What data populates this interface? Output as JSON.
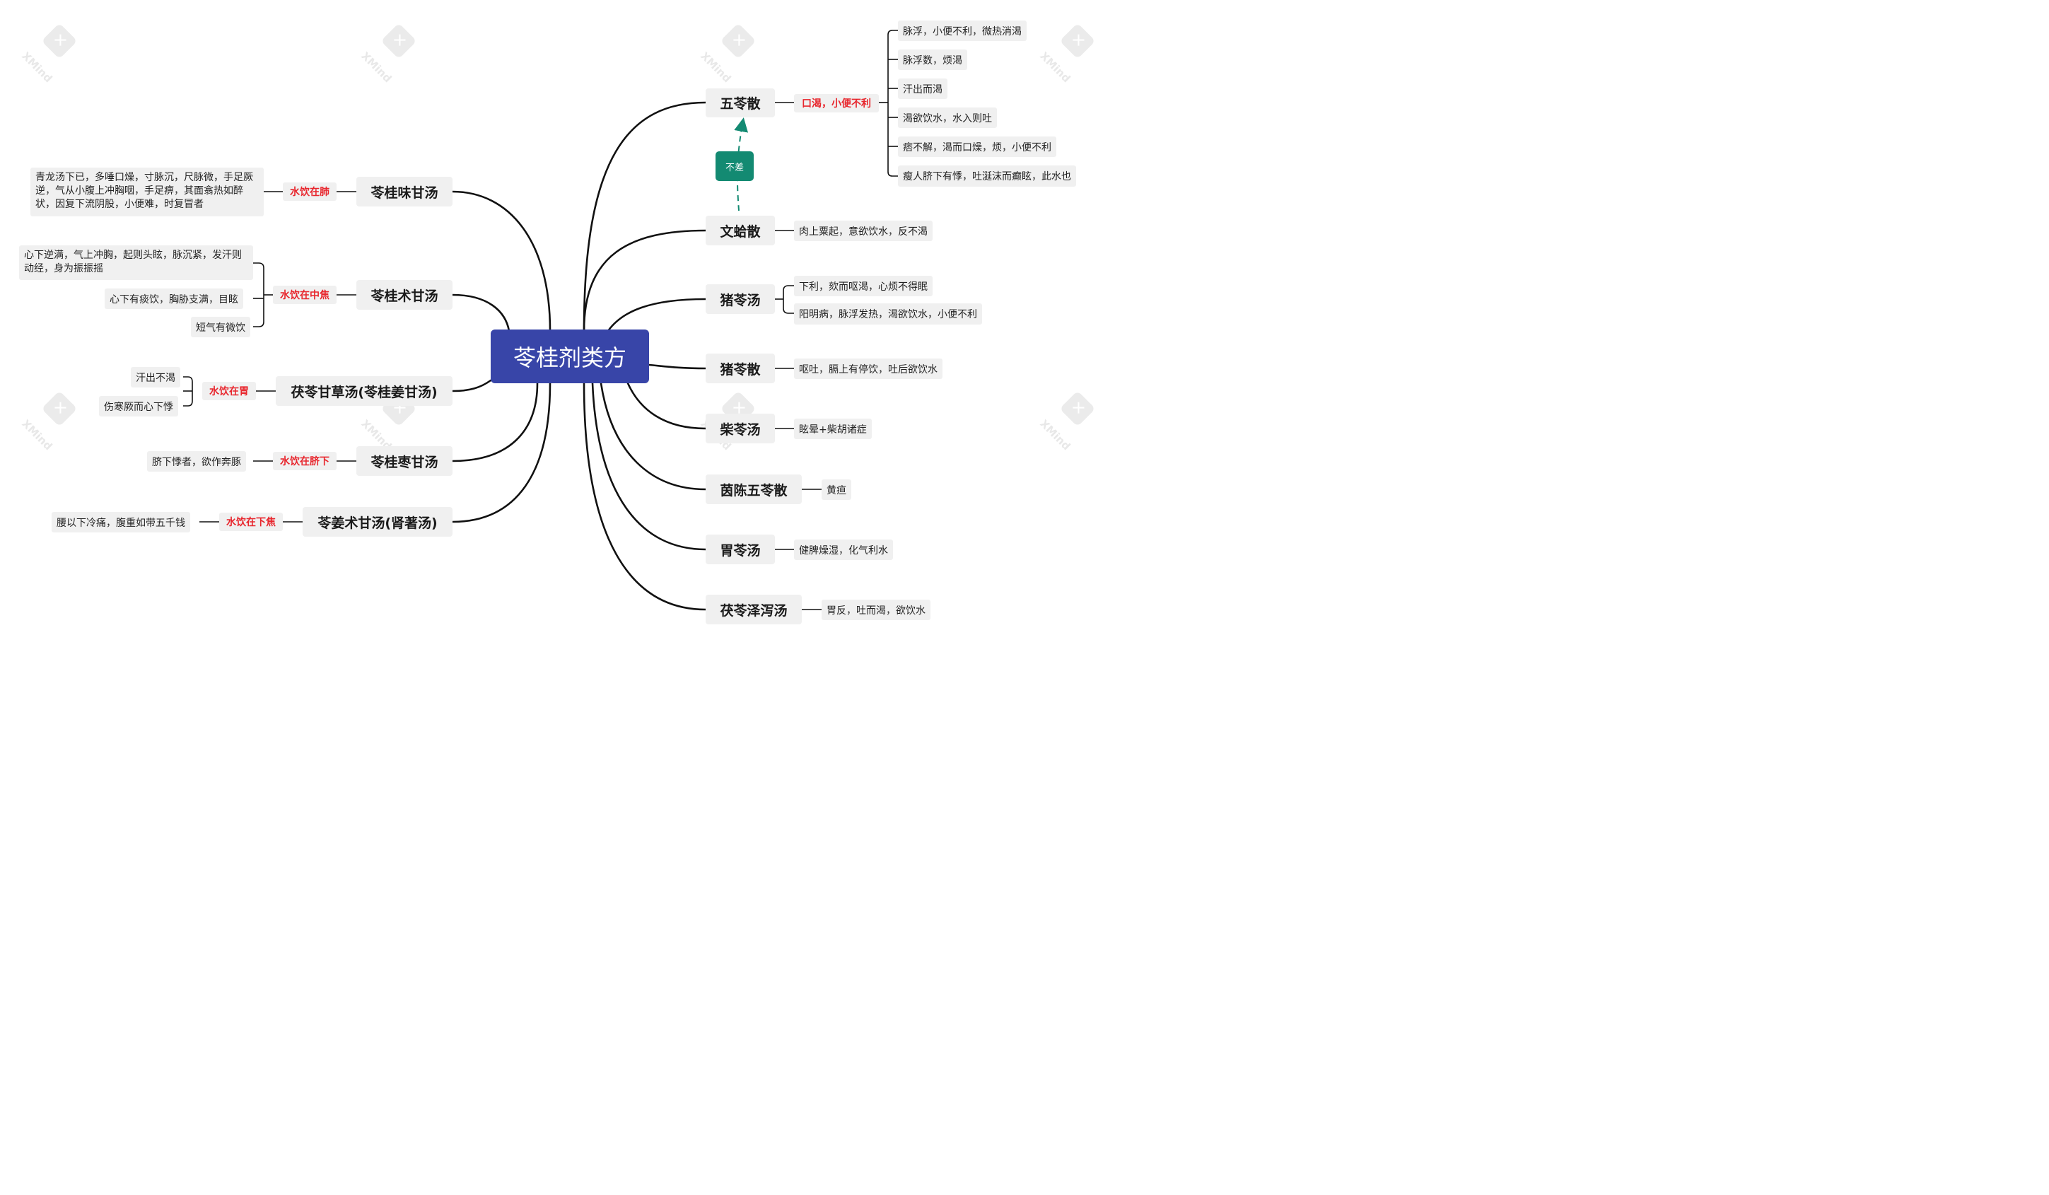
{
  "root": {
    "title": "苓桂剂类方"
  },
  "right_branches": [
    {
      "title": "五苓散",
      "tag": "口渴，小便不利",
      "leaves": [
        "脉浮，小便不利，微热消渴",
        "脉浮数，烦渴",
        "汗出而渴",
        "渴欲饮水，水入则吐",
        "痞不解，渴而口燥，烦，小便不利",
        "瘦人脐下有悸，吐涎沫而癫眩，此水也"
      ]
    },
    {
      "title": "文蛤散",
      "leaves": [
        "肉上粟起，意欲饮水，反不渴"
      ]
    },
    {
      "title": "猪苓汤",
      "leaves": [
        "下利，欬而呕渴，心烦不得眠",
        "阳明病，脉浮发热，渴欲饮水，小便不利"
      ]
    },
    {
      "title": "猪苓散",
      "leaves": [
        "呕吐，膈上有停饮，吐后欲饮水"
      ]
    },
    {
      "title": "柴苓汤",
      "leaves": [
        "眩晕+柴胡诸症"
      ]
    },
    {
      "title": "茵陈五苓散",
      "leaves": [
        "黄疸"
      ]
    },
    {
      "title": "胃苓汤",
      "leaves": [
        "健脾燥湿，化气利水"
      ]
    },
    {
      "title": "茯苓泽泻汤",
      "leaves": [
        "胃反，吐而渴，欲饮水"
      ]
    }
  ],
  "left_branches": [
    {
      "title": "苓桂味甘汤",
      "tag": "水饮在肺",
      "leaves": [
        "青龙汤下已，多唾口燥，寸脉沉，尺脉微，手足厥逆，气从小腹上冲胸咽，手足痹，其面翕热如醉状，因复下流阴股，小便难，时复冒者"
      ]
    },
    {
      "title": "苓桂术甘汤",
      "tag": "水饮在中焦",
      "leaves": [
        "心下逆满，气上冲胸，起则头眩，脉沉紧，发汗则动经，身为振振摇",
        "心下有痰饮，胸胁支满，目眩",
        "短气有微饮"
      ]
    },
    {
      "title": "茯苓甘草汤(苓桂姜甘汤)",
      "tag": "水饮在胃",
      "leaves": [
        "汗出不渴",
        "伤寒厥而心下悸"
      ]
    },
    {
      "title": "苓桂枣甘汤",
      "tag": "水饮在脐下",
      "leaves": [
        "脐下悸者，欲作奔豚"
      ]
    },
    {
      "title": "苓姜术甘汤(肾著汤)",
      "tag": "水饮在下焦",
      "leaves": [
        "腰以下冷痛，腹重如带五千钱"
      ]
    }
  ],
  "relationship": {
    "label": "不差"
  },
  "watermark": {
    "text": "XMind"
  },
  "colors": {
    "root": "#3845a8",
    "tag": "#e8262d",
    "relation": "#138a72",
    "line": "#111111"
  }
}
